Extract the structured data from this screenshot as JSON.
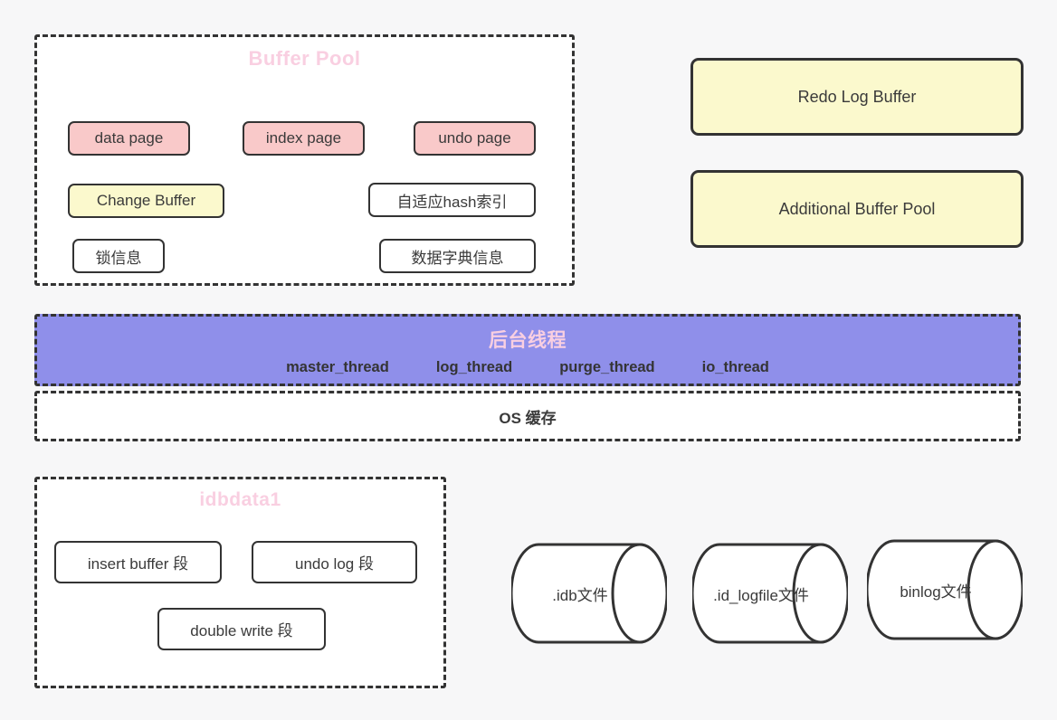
{
  "colors": {
    "background": "#f7f7f8",
    "panel_fill": "#ffffff",
    "pink_fill": "#f9c9c9",
    "yellow_fill": "#fbf9cd",
    "purple_fill": "#8f8fea",
    "pink_title": "#f9cfe1",
    "border": "#333333",
    "text": "#3a3a3a"
  },
  "buffer_pool": {
    "title": "Buffer Pool",
    "pages": [
      "data page",
      "index page",
      "undo page"
    ],
    "change_buffer": "Change Buffer",
    "adaptive_hash_index": "自适应hash索引",
    "lock_info": "锁信息",
    "data_dictionary": "数据字典信息"
  },
  "right_buffers": {
    "redo_log_buffer": "Redo Log Buffer",
    "additional_buffer_pool": "Additional Buffer Pool"
  },
  "background_threads": {
    "title": "后台线程",
    "threads": [
      "master_thread",
      "log_thread",
      "purge_thread",
      "io_thread"
    ]
  },
  "os_cache": {
    "label": "OS 缓存"
  },
  "idbdata1": {
    "title": "idbdata1",
    "segments": [
      "insert buffer 段",
      "undo log 段",
      "double write 段"
    ]
  },
  "files": [
    ".idb文件",
    ".id_logfile文件",
    "binlog文件"
  ]
}
